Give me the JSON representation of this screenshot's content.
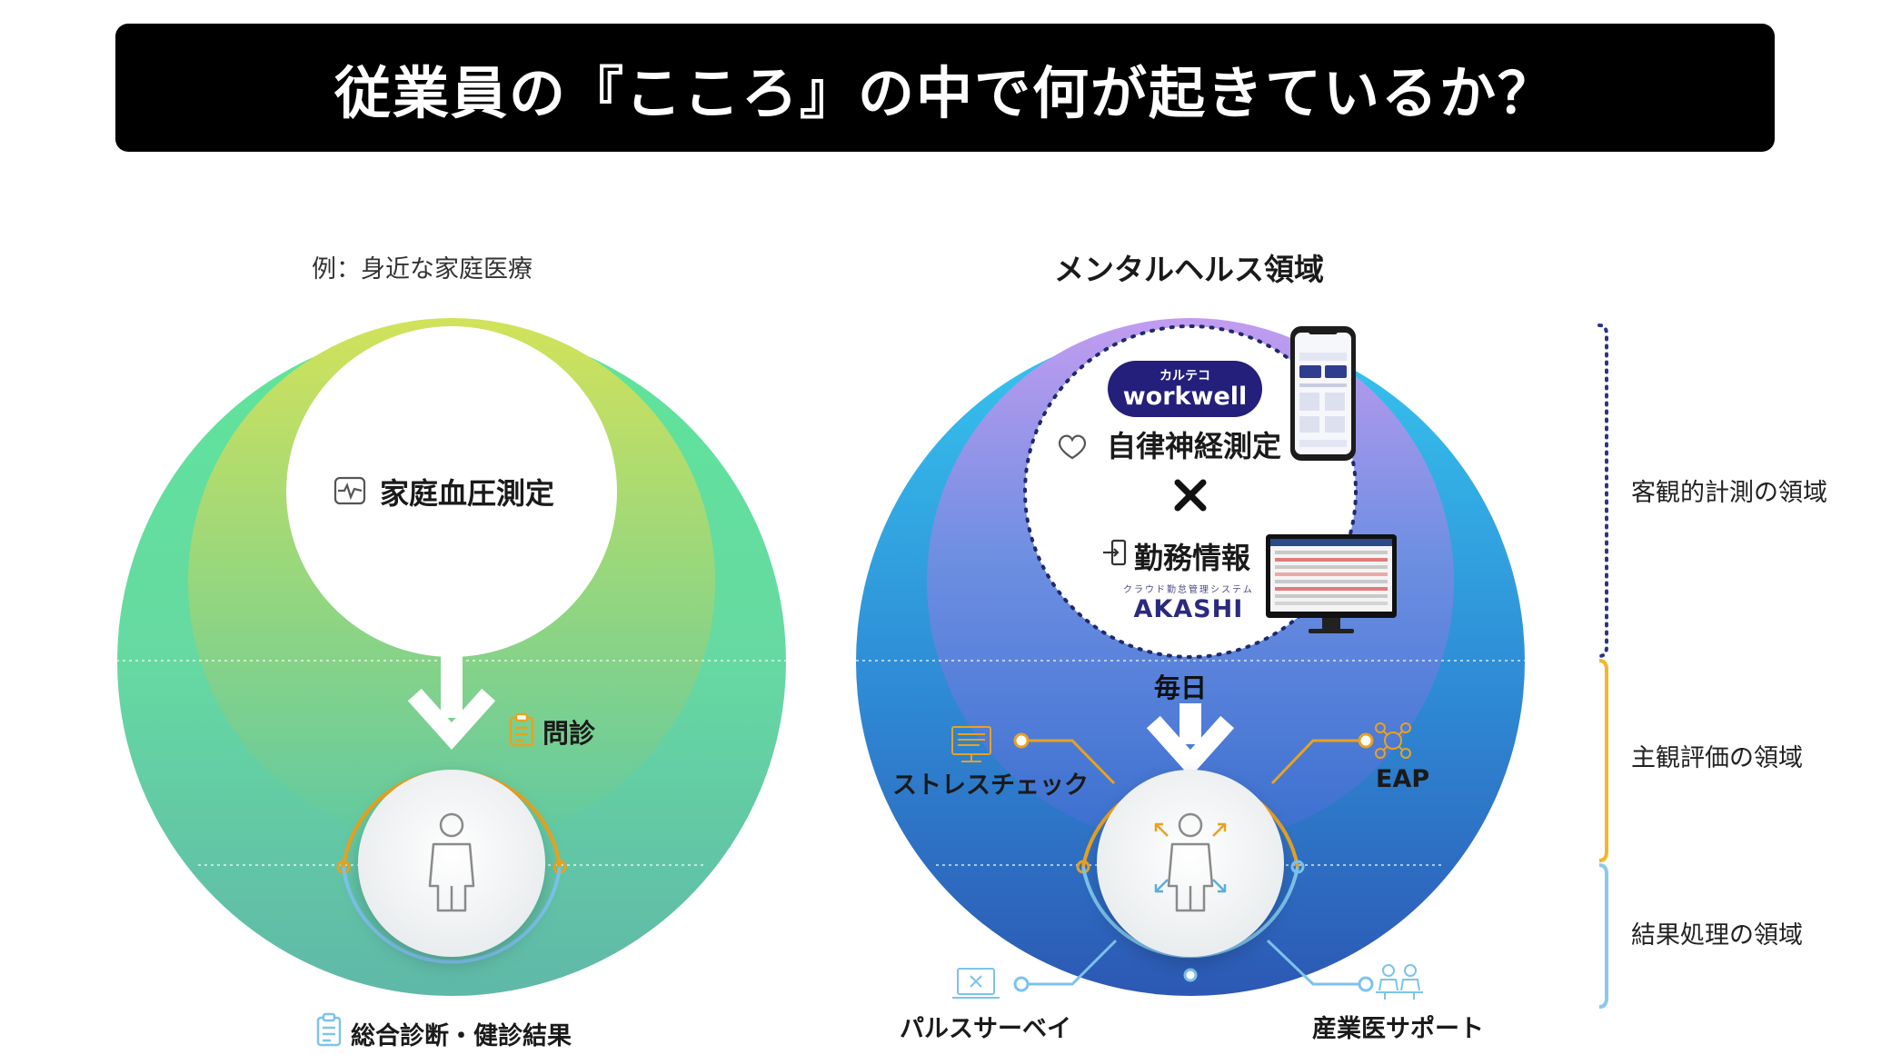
{
  "title": "従業員の『こころ』の中で何が起きているか？",
  "left": {
    "subtitle": "例：身近な家庭医療",
    "top_item": "家庭血圧測定",
    "middle_item": "問診",
    "bottom_item": "総合診断・健診結果"
  },
  "right": {
    "subtitle": "メンタルヘルス領域",
    "brand_kana": "カルテコ",
    "brand_name": "workwell",
    "measure_1": "自律神経測定",
    "times": "✕",
    "measure_2": "勤務情報",
    "akashi_tag": "クラウド勤怠管理システム",
    "akashi_name": "AKASHI",
    "daily": "毎日",
    "stress_check": "ストレスチェック",
    "eap": "EAP",
    "pulse_survey": "パルスサーベイ",
    "industrial_doctor": "産業医サポート"
  },
  "zones": {
    "objective": "客観的計測の領域",
    "subjective": "主観評価の領域",
    "result": "結果処理の領域"
  },
  "colors": {
    "objective": "#2c3580",
    "subjective": "#f0b82a",
    "result": "#8cc8ee",
    "orange_arc": "#e9a21f",
    "blue_arc": "#7cc3ec"
  }
}
